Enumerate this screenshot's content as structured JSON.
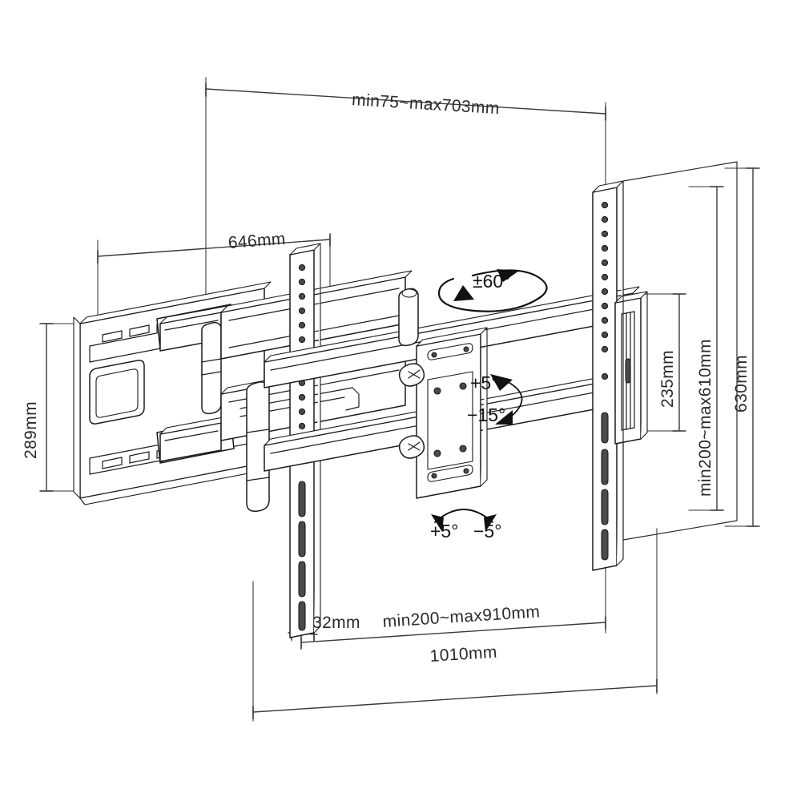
{
  "drawing": {
    "title": "TV Wall Mount Dimensional Drawing",
    "type": "technical-line-drawing",
    "background_color": "#ffffff",
    "line_color": "#1b1b1b",
    "dimension_line_color": "#3a3a3a",
    "text_color": "#2b2b2b"
  },
  "dimensions": {
    "top_extension": "min75~max703mm",
    "wall_plate_width": "646mm",
    "wall_plate_height": "289mm",
    "bracket_height": "235mm",
    "vesa_height_range": "min200~max610mm",
    "overall_height": "630mm",
    "rail_depth": "32mm",
    "vesa_width_range": "min200~max910mm",
    "overall_width": "1010mm"
  },
  "angles": {
    "swivel": "±60°",
    "tilt_up": "+5°",
    "tilt_down": "−15°",
    "level_plus": "+5°",
    "level_minus": "−5°"
  },
  "units": "mm"
}
